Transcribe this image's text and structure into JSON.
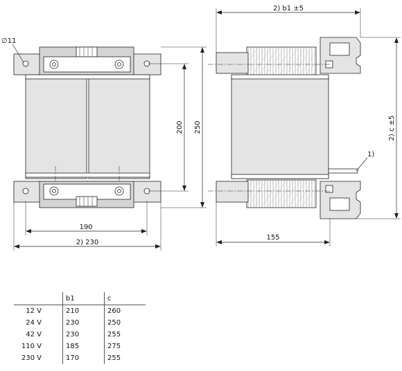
{
  "front_view": {
    "hole_label": "∅11",
    "dim_height_inner": "200",
    "dim_height_outer": "250",
    "dim_width_inner": "190",
    "dim_width_outer": "2) 230"
  },
  "side_view": {
    "dim_depth_b1": "2) b1 ±5",
    "dim_height_c": "2) c ±5",
    "dim_depth": "155",
    "callout": "1)"
  },
  "table": {
    "headers": [
      "",
      "b1",
      "c"
    ],
    "rows": [
      [
        "12 V",
        "210",
        "260"
      ],
      [
        "24 V",
        "230",
        "250"
      ],
      [
        "42 V",
        "230",
        "255"
      ],
      [
        "110 V",
        "185",
        "275"
      ],
      [
        "230 V",
        "170",
        "255"
      ]
    ]
  }
}
